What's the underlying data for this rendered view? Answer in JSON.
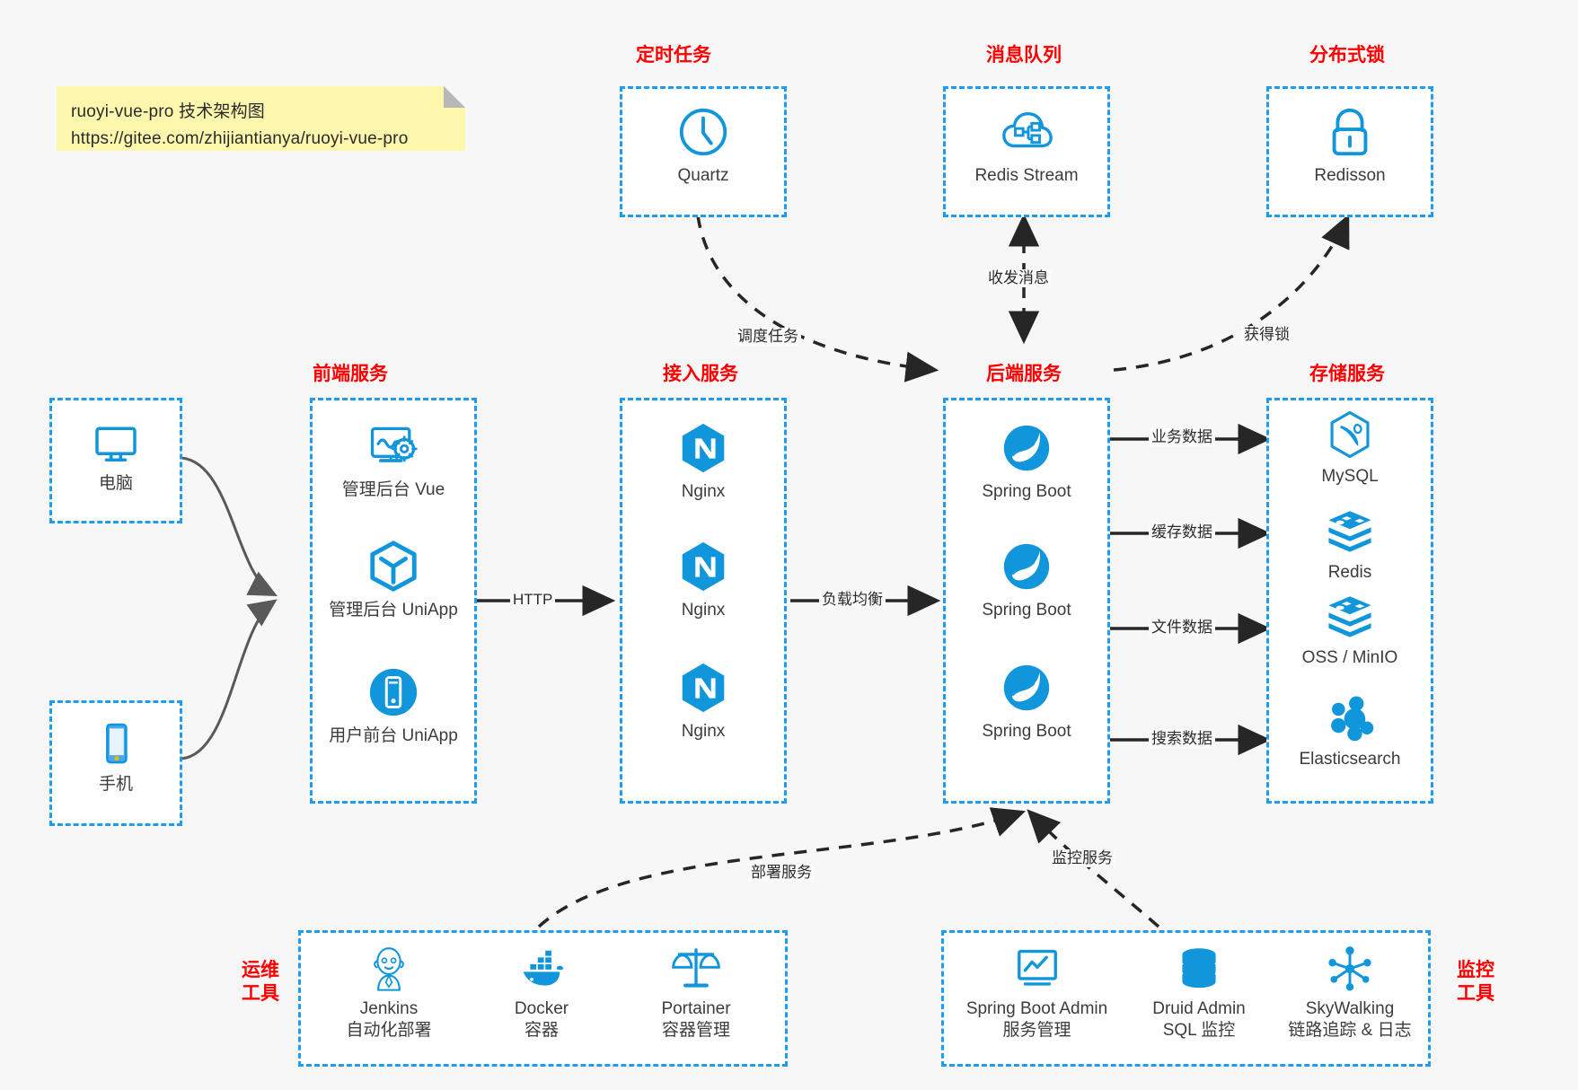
{
  "note": {
    "line1": "ruoyi-vue-pro 技术架构图",
    "line2": "https://gitee.com/zhijiantianya/ruoyi-vue-pro"
  },
  "colors": {
    "accent_blue": "#1f9bf0",
    "icon_blue": "#1296db",
    "caption_red": "#ff0000",
    "note_yellow": "#fdf6ad",
    "background": "#f7f7f7",
    "arrow_dark": "#262626",
    "arrow_gray": "#595959"
  },
  "captions": {
    "scheduled_task": "定时任务",
    "message_queue": "消息队列",
    "distributed_lock": "分布式锁",
    "frontend_service": "前端服务",
    "access_service": "接入服务",
    "backend_service": "后端服务",
    "storage_service": "存储服务",
    "devops_tools": "运维\n工具",
    "devops_tools_l1": "运维",
    "devops_tools_l2": "工具",
    "monitor_tools_l1": "监控",
    "monitor_tools_l2": "工具"
  },
  "top_boxes": [
    {
      "id": "quartz",
      "label": "Quartz",
      "icon": "clock-icon"
    },
    {
      "id": "redis-stream",
      "label": "Redis Stream",
      "icon": "cloud-stream-icon"
    },
    {
      "id": "redisson",
      "label": "Redisson",
      "icon": "lock-icon"
    }
  ],
  "clients": [
    {
      "id": "pc",
      "label": "电脑",
      "icon": "desktop-monitor-icon"
    },
    {
      "id": "mobile",
      "label": "手机",
      "icon": "smartphone-icon"
    }
  ],
  "frontend": [
    {
      "id": "admin-vue",
      "label": "管理后台 Vue",
      "icon": "dashboard-gear-icon"
    },
    {
      "id": "admin-uniapp",
      "label": "管理后台 UniApp",
      "icon": "cube-icon"
    },
    {
      "id": "user-uniapp",
      "label": "用户前台 UniApp",
      "icon": "mobile-circle-icon"
    }
  ],
  "access": [
    {
      "id": "nginx-1",
      "label": "Nginx",
      "icon": "nginx-icon"
    },
    {
      "id": "nginx-2",
      "label": "Nginx",
      "icon": "nginx-icon"
    },
    {
      "id": "nginx-3",
      "label": "Nginx",
      "icon": "nginx-icon"
    }
  ],
  "backend": [
    {
      "id": "spring-boot-1",
      "label": "Spring Boot",
      "icon": "spring-boot-icon"
    },
    {
      "id": "spring-boot-2",
      "label": "Spring Boot",
      "icon": "spring-boot-icon"
    },
    {
      "id": "spring-boot-3",
      "label": "Spring Boot",
      "icon": "spring-boot-icon"
    }
  ],
  "storage": [
    {
      "id": "mysql",
      "label": "MySQL",
      "icon": "mysql-dolphin-icon"
    },
    {
      "id": "redis",
      "label": "Redis",
      "icon": "redis-stack-icon"
    },
    {
      "id": "oss-minio",
      "label": "OSS / MinIO",
      "icon": "redis-stack-icon"
    },
    {
      "id": "elasticsearch",
      "label": "Elasticsearch",
      "icon": "elasticsearch-icon"
    }
  ],
  "devops": [
    {
      "id": "jenkins",
      "label": "Jenkins",
      "sub": "自动化部署",
      "icon": "jenkins-butler-icon"
    },
    {
      "id": "docker",
      "label": "Docker",
      "sub": "容器",
      "icon": "docker-whale-icon"
    },
    {
      "id": "portainer",
      "label": "Portainer",
      "sub": "容器管理",
      "icon": "scales-icon"
    }
  ],
  "monitoring": [
    {
      "id": "spring-boot-admin",
      "label": "Spring Boot Admin",
      "sub": "服务管理",
      "icon": "monitor-chart-icon"
    },
    {
      "id": "druid-admin",
      "label": "Druid Admin",
      "sub": "SQL 监控",
      "icon": "database-icon"
    },
    {
      "id": "skywalking",
      "label": "SkyWalking",
      "sub": "链路追踪 & 日志",
      "icon": "network-nodes-icon"
    }
  ],
  "edges": [
    {
      "id": "schedule-task",
      "label": "调度任务",
      "from": "quartz",
      "to": "backend-service",
      "style": "dashed"
    },
    {
      "id": "send-receive",
      "label": "收发消息",
      "from": "backend-service",
      "to": "redis-stream",
      "style": "dashed-bidirectional"
    },
    {
      "id": "acquire-lock",
      "label": "获得锁",
      "from": "backend-service",
      "to": "redisson",
      "style": "dashed"
    },
    {
      "id": "http",
      "label": "HTTP",
      "from": "frontend-service",
      "to": "access-service",
      "style": "solid"
    },
    {
      "id": "load-balance",
      "label": "负载均衡",
      "from": "access-service",
      "to": "backend-service",
      "style": "solid"
    },
    {
      "id": "business-data",
      "label": "业务数据",
      "from": "backend-service",
      "to": "mysql",
      "style": "solid"
    },
    {
      "id": "cache-data",
      "label": "缓存数据",
      "from": "backend-service",
      "to": "redis",
      "style": "solid"
    },
    {
      "id": "file-data",
      "label": "文件数据",
      "from": "backend-service",
      "to": "oss-minio",
      "style": "solid"
    },
    {
      "id": "search-data",
      "label": "搜索数据",
      "from": "backend-service",
      "to": "elasticsearch",
      "style": "solid"
    },
    {
      "id": "deploy-service",
      "label": "部署服务",
      "from": "devops-tools",
      "to": "backend-service",
      "style": "dashed"
    },
    {
      "id": "monitor-service",
      "label": "监控服务",
      "from": "monitor-tools",
      "to": "backend-service",
      "style": "dashed"
    }
  ]
}
